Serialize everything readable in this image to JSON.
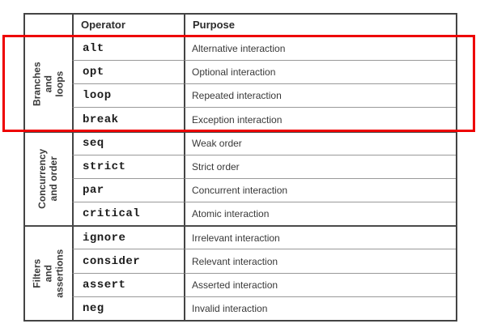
{
  "annotation": {
    "highlight_color": "#ee0000"
  },
  "table": {
    "headers": {
      "operator": "Operator",
      "purpose": "Purpose"
    },
    "groups": [
      {
        "label": "Branches and\nloops",
        "rows": [
          {
            "operator": "alt",
            "purpose": "Alternative interaction"
          },
          {
            "operator": "opt",
            "purpose": "Optional interaction"
          },
          {
            "operator": "loop",
            "purpose": "Repeated interaction"
          },
          {
            "operator": "break",
            "purpose": "Exception interaction"
          }
        ]
      },
      {
        "label": "Concurrency\nand order",
        "rows": [
          {
            "operator": "seq",
            "purpose": "Weak order"
          },
          {
            "operator": "strict",
            "purpose": "Strict order"
          },
          {
            "operator": "par",
            "purpose": "Concurrent interaction"
          },
          {
            "operator": "critical",
            "purpose": "Atomic interaction"
          }
        ]
      },
      {
        "label": "Filters and\nassertions",
        "rows": [
          {
            "operator": "ignore",
            "purpose": "Irrelevant interaction"
          },
          {
            "operator": "consider",
            "purpose": "Relevant interaction"
          },
          {
            "operator": "assert",
            "purpose": "Asserted interaction"
          },
          {
            "operator": "neg",
            "purpose": "Invalid interaction"
          }
        ]
      }
    ]
  }
}
